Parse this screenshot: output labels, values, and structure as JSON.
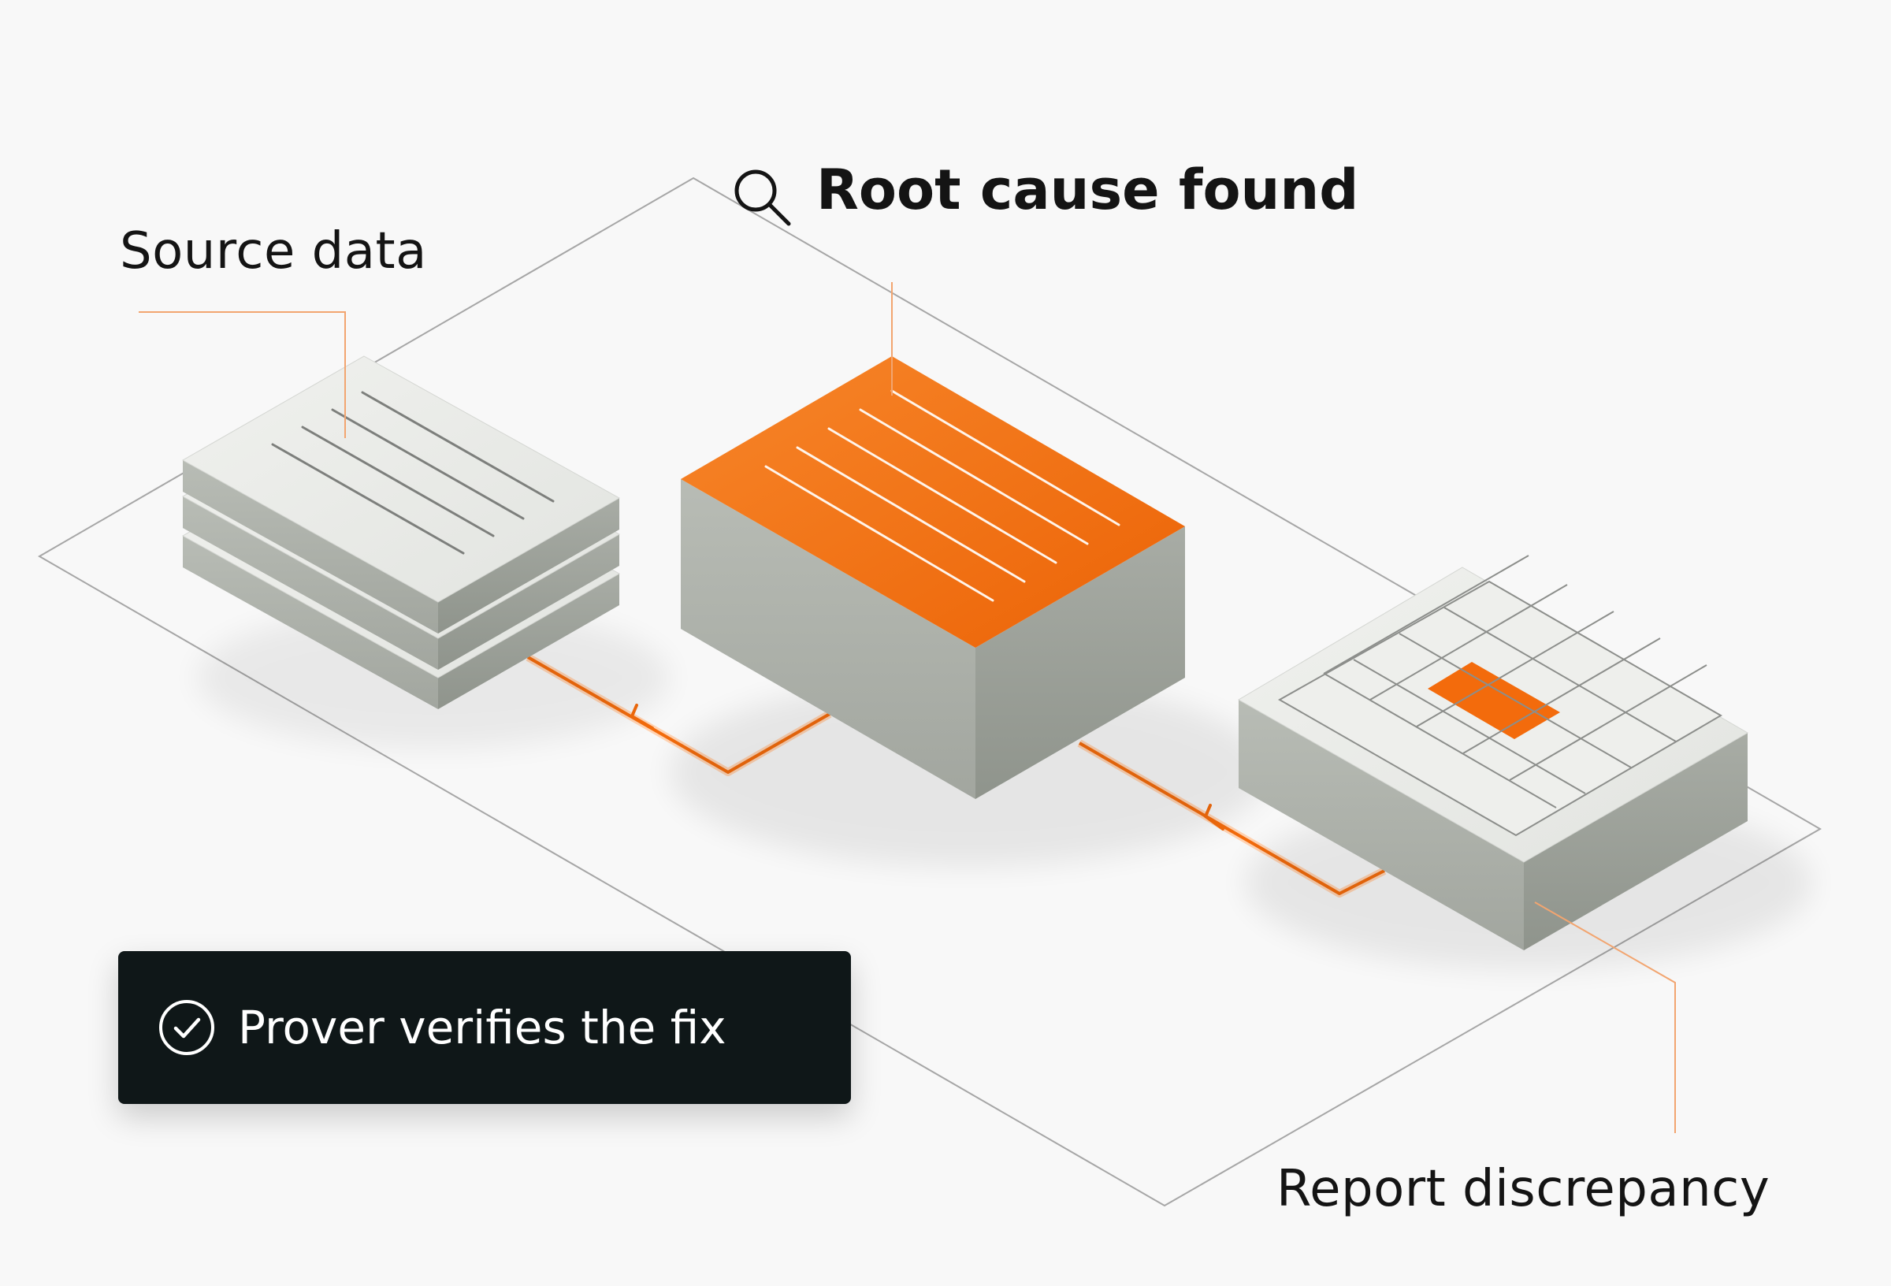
{
  "labels": {
    "source": "Source data",
    "root_cause": "Root cause found",
    "report": "Report discrepancy"
  },
  "toast": {
    "text": "Prover verifies the fix"
  },
  "icons": {
    "search": "search-icon",
    "check": "check-circle-icon"
  },
  "colors": {
    "background": "#f8f8f8",
    "accent": "#f36b0c",
    "box_side": "#a9aea6",
    "box_top": "#e9eae7",
    "toast_bg": "#0f1718",
    "outline": "#9a9a9a"
  }
}
